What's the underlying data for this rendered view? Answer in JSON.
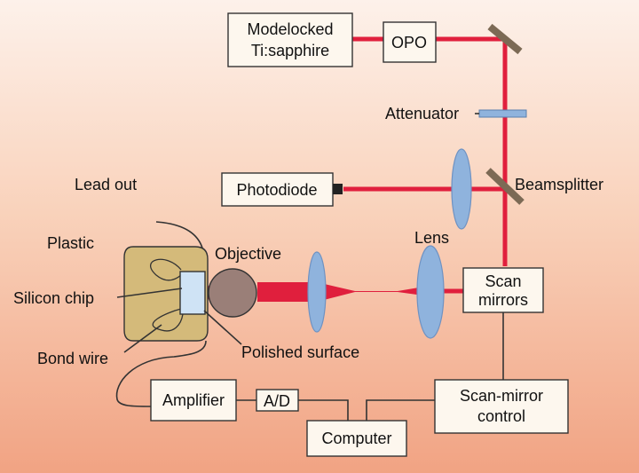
{
  "labels": {
    "laser": [
      "Modelocked",
      "Ti:sapphire"
    ],
    "opo": "OPO",
    "attenuator": "Attenuator",
    "beamsplitter": "Beamsplitter",
    "photodiode": "Photodiode",
    "lead_out": "Lead out",
    "plastic": "Plastic",
    "objective": "Objective",
    "lens": "Lens",
    "scan_mirrors": [
      "Scan",
      "mirrors"
    ],
    "silicon_chip": "Silicon chip",
    "bond_wire": "Bond wire",
    "polished_surface": "Polished surface",
    "amplifier": "Amplifier",
    "ad": "A/D",
    "scan_mirror_control": [
      "Scan-mirror",
      "control"
    ],
    "computer": "Computer"
  },
  "colors": {
    "beam": "#e01f3d",
    "lens": "#8fb3dd",
    "package": "#d4ba7a",
    "chip": "#cfe3f5",
    "objective": "#9a7f78",
    "mirror": "#7c6a55",
    "box_fill": "#fdf7ee"
  }
}
